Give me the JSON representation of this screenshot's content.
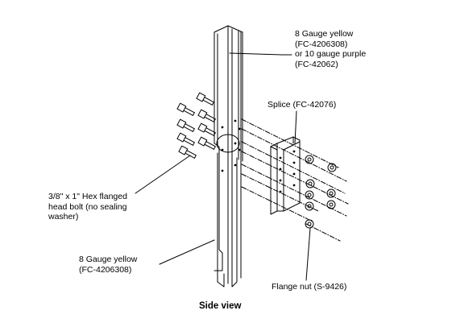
{
  "labels": {
    "upper_post": "8 Gauge yellow\n(FC-4206308)\nor 10 gauge purple\n(FC-42062)",
    "splice": "Splice (FC-42076)",
    "bolt": "3/8\" x 1\" Hex flanged\nhead bolt (no sealing\nwasher)",
    "lower_post": "8 Gauge yellow\n(FC-4206308)",
    "flange_nut": "Flange nut (S-9426)"
  },
  "caption": "Side view"
}
